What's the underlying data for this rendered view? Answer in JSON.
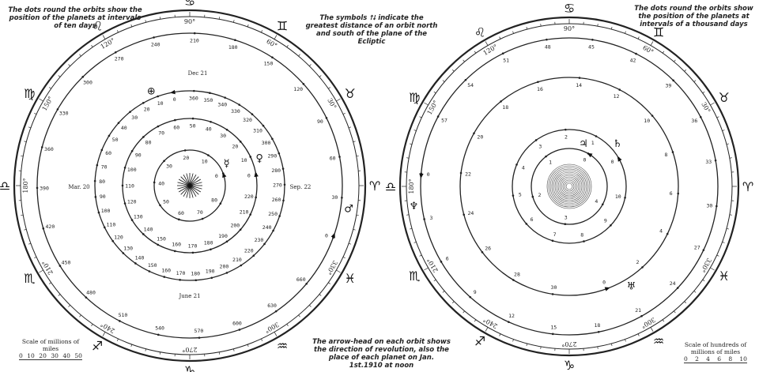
{
  "notes": {
    "left_top": "The dots round the orbits show the position of the planets at intervals of ten days",
    "middle_top": "The symbols ⭡⭣ indicate the greatest distance of an orbit north and south of the plane of the Ecliptic",
    "right_top": "The dots round the orbits show the position of the planets at intervals of a thousand days",
    "bottom_middle": "The arrow-head on each orbit shows the direction of revolution, also the place of each planet on Jan. 1st.1910 at noon"
  },
  "scales": {
    "left": {
      "title": "Scale of millions of miles",
      "ticks": [
        "0",
        "10",
        "20",
        "30",
        "40",
        "50"
      ]
    },
    "right": {
      "title": "Scale of hundreds of millions of miles",
      "ticks": [
        "0",
        "2",
        "4",
        "6",
        "8",
        "10"
      ]
    }
  },
  "degree_labels": [
    {
      "deg": 90,
      "text": "90°"
    },
    {
      "deg": 60,
      "text": "60°"
    },
    {
      "deg": 30,
      "text": "30°"
    },
    {
      "deg": 330,
      "text": "330°"
    },
    {
      "deg": 300,
      "text": "300°"
    },
    {
      "deg": 270,
      "text": "270°"
    },
    {
      "deg": 240,
      "text": "240°"
    },
    {
      "deg": 210,
      "text": "210°"
    },
    {
      "deg": 180,
      "text": "180°"
    },
    {
      "deg": 150,
      "text": "150°"
    },
    {
      "deg": 120,
      "text": "120°"
    }
  ],
  "zodiac": [
    {
      "deg": 90,
      "sign": "♋"
    },
    {
      "deg": 60,
      "sign": "♊"
    },
    {
      "deg": 30,
      "sign": "♉"
    },
    {
      "deg": 0,
      "sign": "♈"
    },
    {
      "deg": 330,
      "sign": "♓"
    },
    {
      "deg": 300,
      "sign": "♒"
    },
    {
      "deg": 270,
      "sign": "♑"
    },
    {
      "deg": 240,
      "sign": "♐"
    },
    {
      "deg": 210,
      "sign": "♏"
    },
    {
      "deg": 180,
      "sign": "♎"
    },
    {
      "deg": 150,
      "sign": "♍"
    },
    {
      "deg": 120,
      "sign": "♌"
    }
  ],
  "seasons": {
    "dec": "Dec 21",
    "mar": "Mar. 20",
    "jun": "June 21",
    "sep": "Sep. 22"
  },
  "left_orbits": [
    {
      "name": "mars",
      "symbol": "♂",
      "labels": [
        "0",
        "30",
        "60",
        "90",
        "120",
        "150",
        "180",
        "210",
        "240",
        "270",
        "300",
        "330",
        "360",
        "390",
        "420",
        "450",
        "480",
        "510",
        "540",
        "570",
        "600",
        "630",
        "660"
      ],
      "start": 340
    },
    {
      "name": "earth",
      "symbol": "⊕",
      "labels": [
        "0",
        "10",
        "20",
        "30",
        "40",
        "50",
        "60",
        "70",
        "80",
        "90",
        "100",
        "110",
        "120",
        "130",
        "140",
        "150",
        "160",
        "170",
        "180",
        "190",
        "200",
        "210",
        "220",
        "230",
        "240",
        "250",
        "260",
        "270",
        "280",
        "290",
        "300",
        "310",
        "320",
        "330",
        "340",
        "350",
        "360"
      ],
      "start": 100
    },
    {
      "name": "venus",
      "symbol": "♀",
      "labels": [
        "0",
        "10",
        "20",
        "30",
        "40",
        "50",
        "60",
        "70",
        "80",
        "90",
        "100",
        "110",
        "120",
        "130",
        "140",
        "150",
        "160",
        "170",
        "180",
        "190",
        "200",
        "210",
        "220"
      ],
      "start": 10
    },
    {
      "name": "mercury",
      "symbol": "☿",
      "labels": [
        "0",
        "10",
        "20",
        "30",
        "40",
        "50",
        "60",
        "70",
        "80"
      ],
      "start": 20
    }
  ],
  "right_orbits": [
    {
      "name": "neptune",
      "symbol": "♆",
      "labels": [
        "0",
        "3",
        "6",
        "9",
        "12",
        "15",
        "18",
        "21",
        "24",
        "27",
        "30",
        "33",
        "36",
        "39",
        "42",
        "45",
        "48",
        "51",
        "54",
        "57"
      ],
      "start": 175
    },
    {
      "name": "uranus",
      "symbol": "♅",
      "labels": [
        "0",
        "2",
        "4",
        "6",
        "8",
        "10",
        "12",
        "14",
        "16",
        "18",
        "20",
        "22",
        "24",
        "26",
        "28",
        "30"
      ],
      "start": 290
    },
    {
      "name": "saturn",
      "symbol": "♄",
      "labels": [
        "0",
        "1",
        "2",
        "3",
        "4",
        "5",
        "6",
        "7",
        "8",
        "9",
        "10"
      ],
      "start": 30
    },
    {
      "name": "jupiter",
      "symbol": "♃",
      "labels": [
        "0",
        "1",
        "2",
        "3",
        "4"
      ],
      "start": 60
    }
  ]
}
